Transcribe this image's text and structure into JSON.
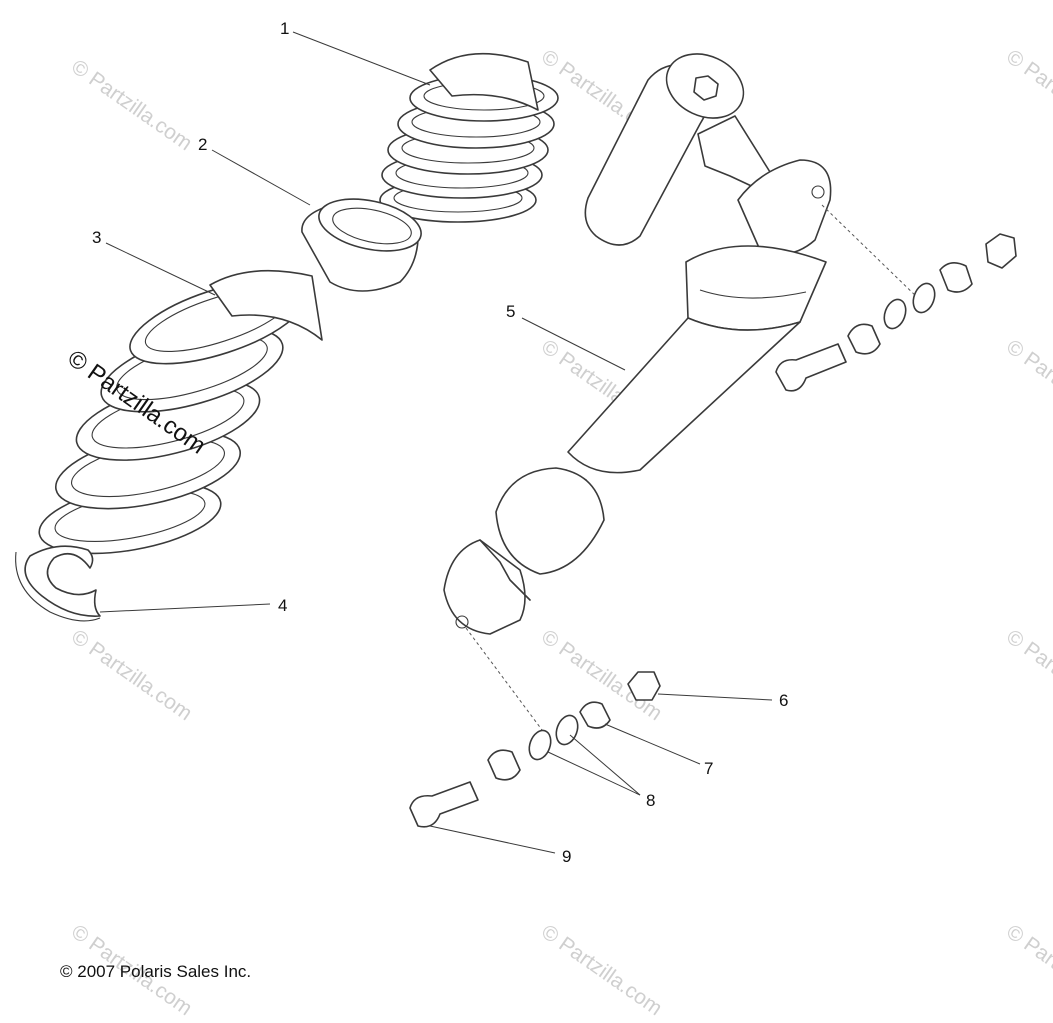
{
  "watermark_text": "© Partzilla.com",
  "callouts": {
    "c1": "1",
    "c2": "2",
    "c3": "3",
    "c4": "4",
    "c5": "5",
    "c6": "6",
    "c7": "7",
    "c8": "8",
    "c9": "9"
  },
  "copyright": "© 2007 Polaris Sales Inc.",
  "colors": {
    "line": "#3a3a3a",
    "watermark": "#cfcfcf",
    "text": "#111111"
  }
}
